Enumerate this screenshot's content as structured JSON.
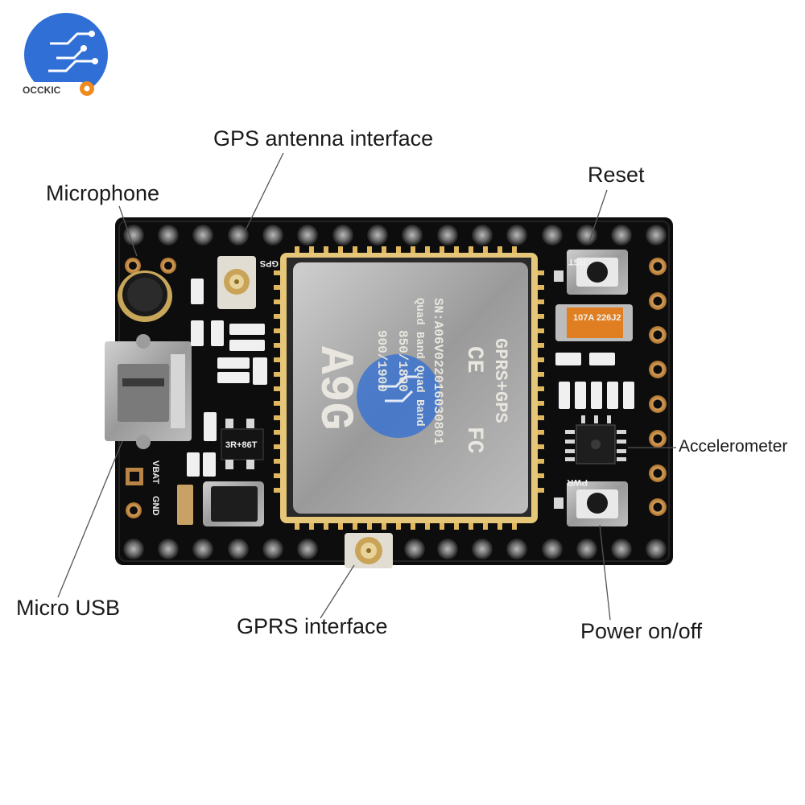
{
  "brand": {
    "name": "OCCKIC",
    "colors": {
      "primary": "#2f6fd6",
      "accent": "#f08a1c"
    }
  },
  "callouts": {
    "gps_antenna": "GPS antenna interface",
    "microphone": "Microphone",
    "reset": "Reset",
    "accelerometer": "Accelerometer",
    "micro_usb": "Micro USB",
    "gprs": "GPRS interface",
    "power": "Power on/off"
  },
  "board": {
    "color": "#0d0d0d",
    "silkscreen": {
      "gps": "GPS",
      "rst": "RST",
      "pwr": "PWR",
      "vbat": "VBAT",
      "gnd": "GND",
      "ic_mark": "3R+86T"
    },
    "module": {
      "name": "A9G",
      "line1": "GPRS+GPS",
      "line2": "SN:A06V02201603080​1",
      "line3": "Quad Band Quad Band",
      "line4": "850/1800",
      "line5": "900/1900",
      "cert_ce": "CE",
      "cert_fc": "FC"
    },
    "capacitor_label": "107A 226J2"
  }
}
